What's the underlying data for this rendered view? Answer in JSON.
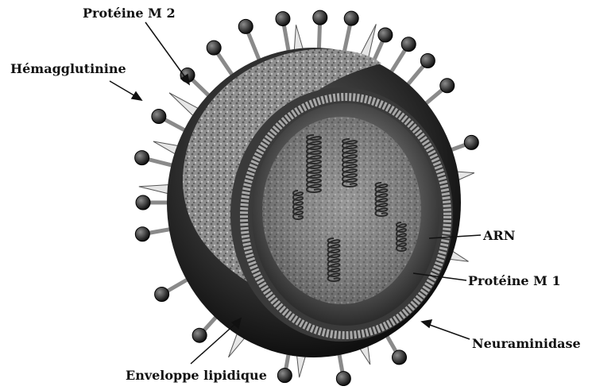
{
  "labels": {
    "proteine_m2": "Protéine M 2",
    "hemagglutinine": "Hémagglutinine",
    "arn": "ARN",
    "proteine_m1": "Protéine M 1",
    "neuraminidase": "Neuraminidase",
    "enveloppe": "Enveloppe lipidique"
  },
  "colors": {
    "envelope_dark": "#1e1e1e",
    "envelope_mid": "#5a5a5a",
    "surface_light": "#b4b4b4",
    "interior": "#7c7c7c",
    "text": "#111111"
  }
}
